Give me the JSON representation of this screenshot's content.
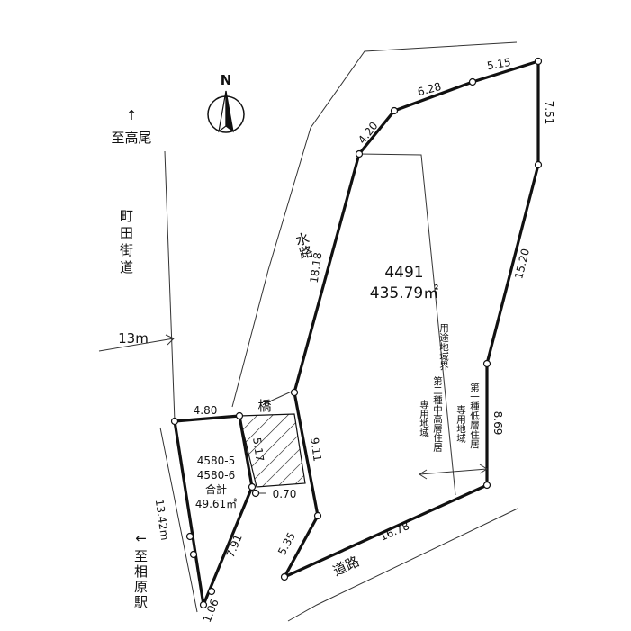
{
  "north_label": "N",
  "direction_north": {
    "arrow": "↑",
    "text": "至高尾"
  },
  "road_main": {
    "name": "町田街道",
    "width": "13m"
  },
  "direction_south": {
    "arrow": "↓",
    "text": "至相原駅"
  },
  "waterway": "水路",
  "bridge": "橋",
  "road_bottom": "道路",
  "main_lot": {
    "number": "4491",
    "area": "435.79㎡"
  },
  "small_lot": {
    "number1": "4580-5",
    "number2": "4580-6",
    "total_label": "合計",
    "area": "49.61㎡"
  },
  "zone_boundary": "用途地域界",
  "zone_left": {
    "line1": "第二種中高層住居",
    "line2": "専用地域"
  },
  "zone_right": {
    "line1": "第一種低層住居",
    "line2": "専用地域"
  },
  "dimensions": {
    "d_18_18": "18.18",
    "d_4_20": "4.20",
    "d_6_28": "6.28",
    "d_5_15": "5.15",
    "d_7_51": "7.51",
    "d_15_20": "15.20",
    "d_8_69": "8.69",
    "d_16_78": "16.78",
    "d_5_35": "5.35",
    "d_9_11": "9.11",
    "d_4_80": "4.80",
    "d_5_17": "5.17",
    "d_0_70": "0.70",
    "d_13_42": "13.42m",
    "d_7_91": "7.91",
    "d_1_06": "1.06"
  }
}
